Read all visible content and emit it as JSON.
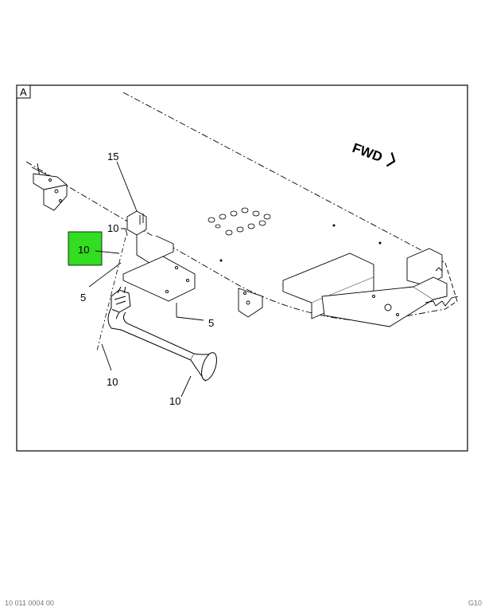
{
  "diagram": {
    "frame_label": "A",
    "direction_label": "FWD",
    "highlight_color": "#33dd22",
    "callouts": {
      "c15": "15",
      "c10_top": "10",
      "c10_highlight": "10",
      "c5_left": "5",
      "c5_right": "5",
      "c10_bottom_left": "10",
      "c10_bottom_right": "10"
    }
  },
  "footer": {
    "left_text": "10 011 0004 00",
    "right_text": "G10"
  }
}
